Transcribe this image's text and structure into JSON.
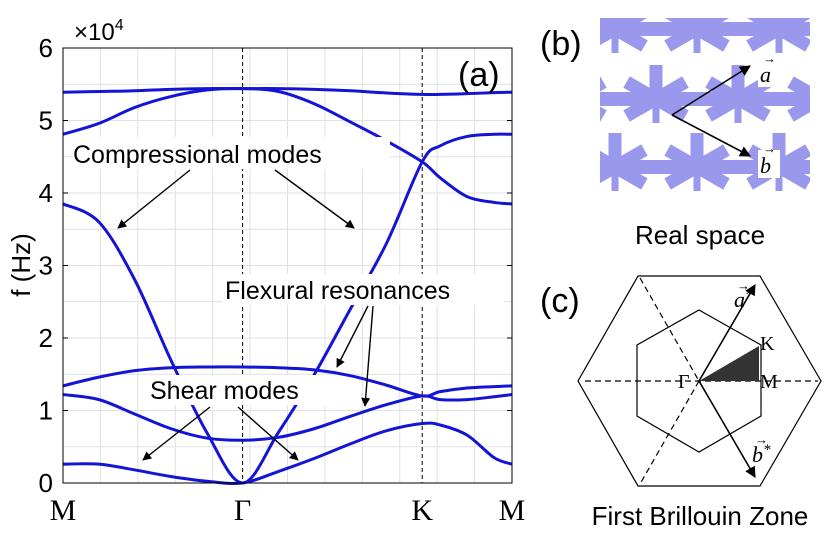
{
  "panel_a": {
    "label": "(a)",
    "exponent_label": "×10",
    "exponent_power": "4",
    "ylabel": "f (Hz)",
    "annotations": {
      "compressional": "Compressional modes",
      "flexural": "Flexural resonances",
      "shear": "Shear modes"
    }
  },
  "panel_b": {
    "label": "(b)",
    "caption": "Real space",
    "vec_a": "a",
    "vec_b": "b",
    "lattice_color": "#9a98ec"
  },
  "panel_c": {
    "label": "(c)",
    "caption": "First Brillouin Zone",
    "vec_a_star": "a",
    "vec_b_star": "b",
    "star": "*",
    "point_gamma": "Γ",
    "point_k": "K",
    "point_m": "M"
  },
  "chart_data": {
    "type": "line",
    "xlabel": "",
    "ylabel": "f (Hz)",
    "ylim": [
      0,
      60000
    ],
    "yticks": [
      "0",
      "1",
      "2",
      "3",
      "4",
      "5",
      "6"
    ],
    "y_multiplier": "×10^4",
    "x_path_labels": [
      "M",
      "Γ",
      "K",
      "M"
    ],
    "x_path_positions": [
      0,
      1,
      2,
      2.5
    ],
    "grid": true,
    "line_color": "#1414d6",
    "series": [
      {
        "x": [
          0,
          0.2,
          0.4,
          0.6,
          0.8,
          1.0,
          1.2,
          1.4,
          1.6,
          1.8,
          2.0,
          2.1,
          2.25,
          2.4,
          2.5
        ],
        "values": [
          2600,
          2600,
          1800,
          900,
          250,
          0,
          1600,
          3400,
          5400,
          7200,
          8200,
          8000,
          6600,
          3500,
          2600
        ]
      },
      {
        "x": [
          0,
          0.2,
          0.4,
          0.6,
          0.8,
          1.0,
          1.2,
          1.4,
          1.6,
          1.8,
          2.0,
          2.1,
          2.25,
          2.4,
          2.5
        ],
        "values": [
          12200,
          11500,
          9500,
          7500,
          6200,
          5900,
          6300,
          7500,
          9200,
          10800,
          12000,
          11500,
          11500,
          11900,
          12200
        ]
      },
      {
        "x": [
          0,
          0.2,
          0.4,
          0.6,
          0.8,
          1.0,
          1.2,
          1.4,
          1.6,
          1.8,
          2.0,
          2.1,
          2.25,
          2.4,
          2.5
        ],
        "values": [
          13400,
          14600,
          15500,
          15900,
          16000,
          16000,
          15900,
          15600,
          14800,
          13500,
          12000,
          12600,
          13100,
          13300,
          13400
        ]
      },
      {
        "x": [
          0,
          0.2,
          0.4,
          0.6,
          0.8,
          1.0,
          1.2,
          1.4,
          1.6,
          1.8,
          2.0,
          2.1,
          2.25,
          2.4,
          2.5
        ],
        "values": [
          38500,
          36000,
          28000,
          17000,
          7000,
          0,
          7000,
          15000,
          24000,
          33000,
          44300,
          46500,
          47800,
          48100,
          48100
        ]
      },
      {
        "x": [
          0,
          0.2,
          0.4,
          0.6,
          0.8,
          1.0,
          1.2,
          1.4,
          1.6,
          1.8,
          2.0,
          2.1,
          2.25,
          2.4,
          2.5
        ],
        "values": [
          48100,
          49600,
          51800,
          53300,
          54200,
          54400,
          54000,
          52300,
          49800,
          47200,
          44300,
          42100,
          39500,
          38700,
          38500
        ]
      },
      {
        "x": [
          0,
          0.2,
          0.4,
          0.6,
          0.8,
          1.0,
          1.2,
          1.4,
          1.6,
          1.8,
          2.0,
          2.1,
          2.25,
          2.4,
          2.5
        ],
        "values": [
          53900,
          54000,
          54100,
          54300,
          54400,
          54400,
          54400,
          54300,
          54100,
          53800,
          53600,
          53600,
          53700,
          53850,
          53900
        ]
      }
    ]
  }
}
